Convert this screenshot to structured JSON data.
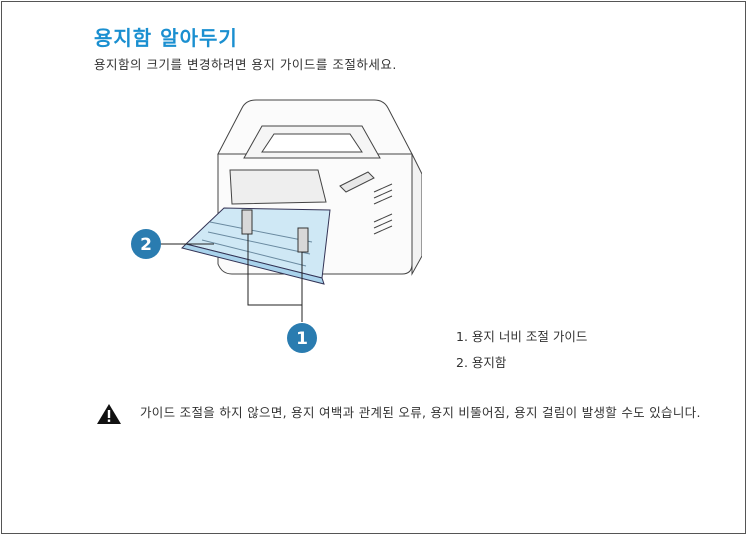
{
  "heading": "용지함 알아두기",
  "intro": "용지함의 크기를 변경하려면 용지 가이드를 조절하세요.",
  "callouts": {
    "c1": "1",
    "c2": "2"
  },
  "legend": [
    "1. 용지 너비 조절 가이드",
    "2. 용지함"
  ],
  "warning": {
    "icon": "warning-triangle-icon",
    "text": "가이드 조절을 하지 않으면, 용지 여백과 관계된 오류, 용지 비뚤어짐, 용지 걸림이 발생할 수도 있습니다."
  },
  "colors": {
    "accent": "#1a8fd0",
    "callout": "#2a7cb0",
    "tray": "#cfe8f5"
  }
}
